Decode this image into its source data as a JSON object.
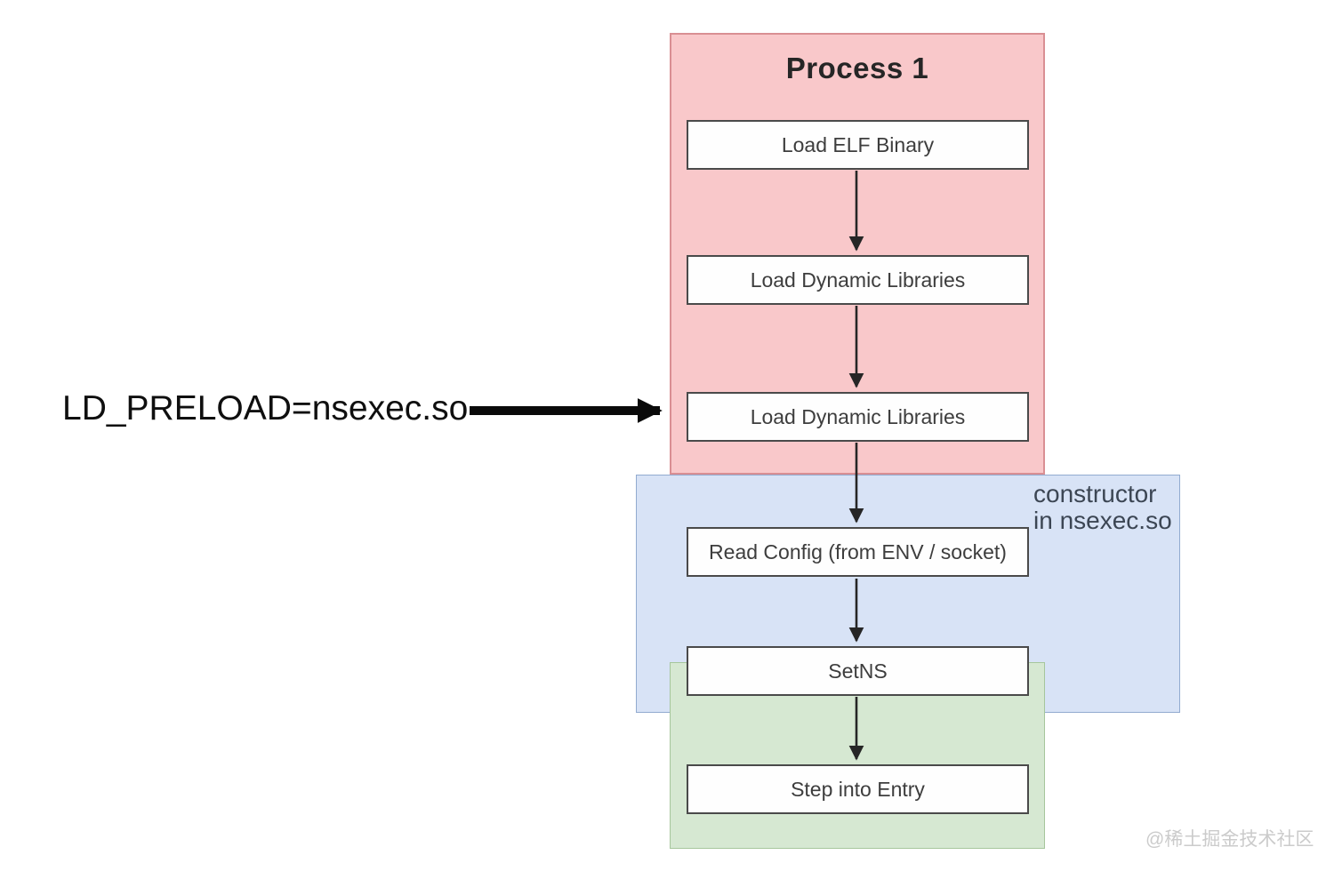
{
  "diagram": {
    "process": {
      "title": "Process 1"
    },
    "env_label": "LD_PRELOAD=nsexec.so",
    "constructor_label": {
      "line1": "constructor",
      "line2": "in nsexec.so"
    },
    "nodes": [
      {
        "label": "Load ELF Binary"
      },
      {
        "label": "Load Dynamic Libraries"
      },
      {
        "label": "Load Dynamic Libraries"
      },
      {
        "label": "Read Config (from ENV / socket)"
      },
      {
        "label": "SetNS"
      },
      {
        "label": "Step into Entry"
      }
    ],
    "colors": {
      "process_fill": "#f9c8ca",
      "process_border": "#d98f93",
      "constructor_fill": "#d8e3f6",
      "constructor_border": "#92abd0",
      "entry_fill": "#d6e8d2",
      "entry_border": "#a6c69c",
      "node_border": "#4a4a4a",
      "arrow": "#262626",
      "env_arrow": "#0a0a0a"
    }
  },
  "watermark": {
    "text": "@稀土掘金技术社区"
  }
}
